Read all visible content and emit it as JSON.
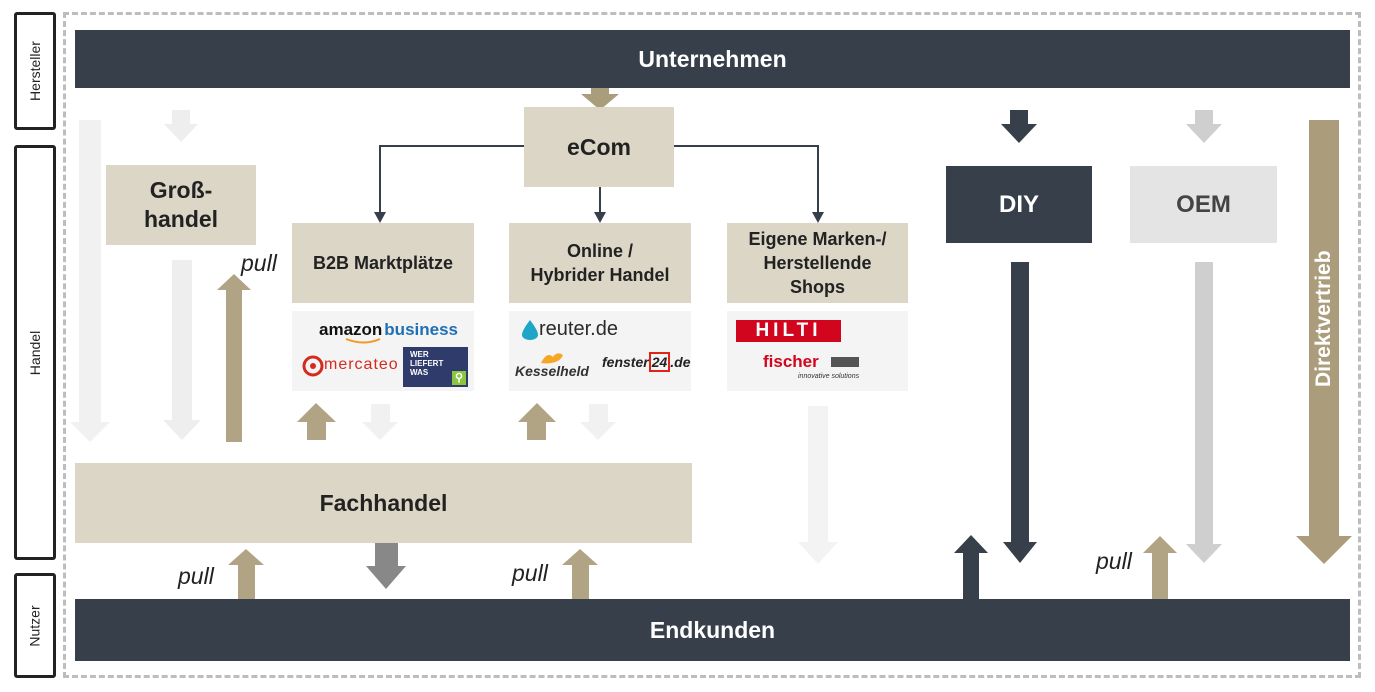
{
  "sidebar": {
    "hersteller": "Hersteller",
    "handel": "Handel",
    "nutzer": "Nutzer"
  },
  "top_bar": "Unternehmen",
  "bottom_bar": "Endkunden",
  "nodes": {
    "ecom": "eCom",
    "grosshandel_line1": "Groß-",
    "grosshandel_line2": "handel",
    "b2b": "B2B Marktplätze",
    "online_line1": "Online /",
    "online_line2": "Hybrider Handel",
    "eigene_line1": "Eigene Marken-/",
    "eigene_line2": "Herstellende",
    "eigene_line3": "Shops",
    "diy": "DIY",
    "oem": "OEM",
    "fachhandel": "Fachhandel",
    "direktvertrieb": "Direktvertrieb"
  },
  "pull_labels": [
    "pull",
    "pull",
    "pull",
    "pull"
  ],
  "logos": {
    "amazon_a": "amazon",
    "amazon_b": "business",
    "mercateo": "mercateo",
    "wlw_1": "WER",
    "wlw_2": "LIEFERT",
    "wlw_3": "WAS",
    "reuter_a": "reuter",
    "reuter_b": ".de",
    "kesselheld": "Kesselheld",
    "fenster_a": "fenster",
    "fenster_b": "24",
    "fenster_c": ".de",
    "hilti": "HILTI",
    "fischer": "fischer",
    "fischer_tag": "innovative solutions"
  },
  "colors": {
    "dark": "#37404a",
    "beige": "#dcd6c7",
    "tan_arrow": "#b1a485",
    "light_arrow": "#eeeeee",
    "grey_arrow": "#c8c8c8"
  }
}
